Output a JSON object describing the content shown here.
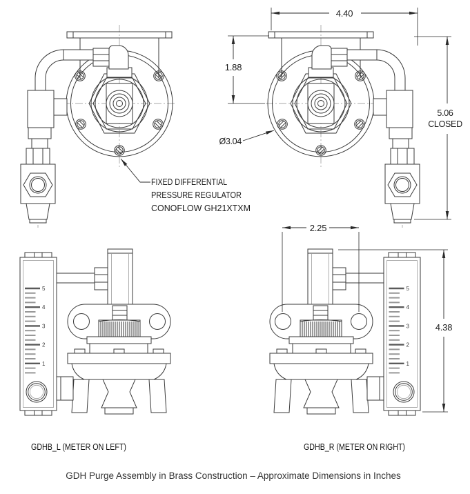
{
  "drawing": {
    "caption": "GDH Purge Assembly in Brass Construction – Approximate Dimensions in Inches",
    "callout": {
      "lines": [
        "FIXED DIFFERENTIAL",
        "PRESSURE REGULATOR",
        "CONOFLOW GH21XTXM"
      ]
    },
    "dimensions": {
      "flange_width": "4.40",
      "flange_to_center": "1.88",
      "closed_height": "5.06",
      "closed_height_note": "CLOSED",
      "body_diameter": "Ø3.04",
      "port_spacing": "2.25",
      "meter_height": "4.38"
    },
    "view_labels": {
      "left": "GDHB_L (METER ON LEFT)",
      "right": "GDHB_R (METER ON RIGHT)"
    },
    "meter_scale": [
      "5",
      "4",
      "3",
      "2",
      "1"
    ],
    "line_color": "#3a3a3a",
    "units": "Inches"
  }
}
